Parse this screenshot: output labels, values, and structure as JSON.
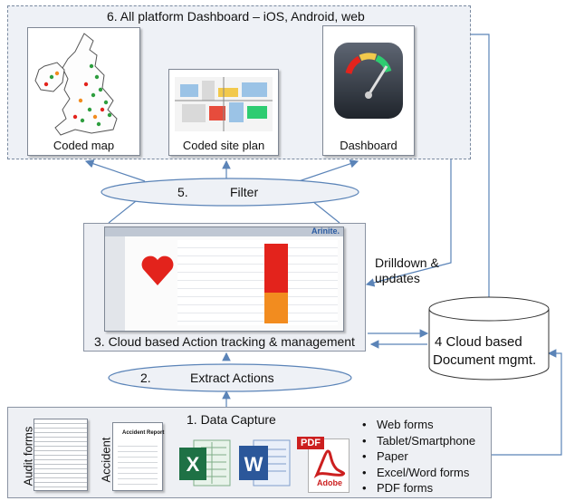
{
  "dashboard_panel": {
    "title": "6. All platform Dashboard – iOS, Android, web"
  },
  "coded_map": {
    "label": "Coded map"
  },
  "coded_site_plan": {
    "label": "Coded site plan"
  },
  "dashboard": {
    "label": "Dashboard"
  },
  "filter": {
    "number": "5.",
    "label": "Filter"
  },
  "action_tracking": {
    "label": "3. Cloud based Action tracking & management",
    "logo": "Arinite."
  },
  "drilldown": {
    "line1": "Drilldown &",
    "line2": "updates"
  },
  "document_mgmt": {
    "line1": "4  Cloud based",
    "line2": "Document mgmt."
  },
  "extract": {
    "number": "2.",
    "label": "Extract Actions"
  },
  "data_capture": {
    "title": "1. Data Capture",
    "audit_label": "Audit forms",
    "accident_label": "Accident",
    "accident_report_title": "Accident Report",
    "pdf_badge": "PDF",
    "adobe": "Adobe",
    "methods": [
      "Web forms",
      "Tablet/Smartphone",
      "Paper",
      "Excel/Word forms",
      "PDF forms"
    ]
  },
  "colors": {
    "arrow": "#5b84b8",
    "panel_border": "#7a8aa0",
    "red": "#e3231c",
    "orange": "#f28c1f"
  }
}
